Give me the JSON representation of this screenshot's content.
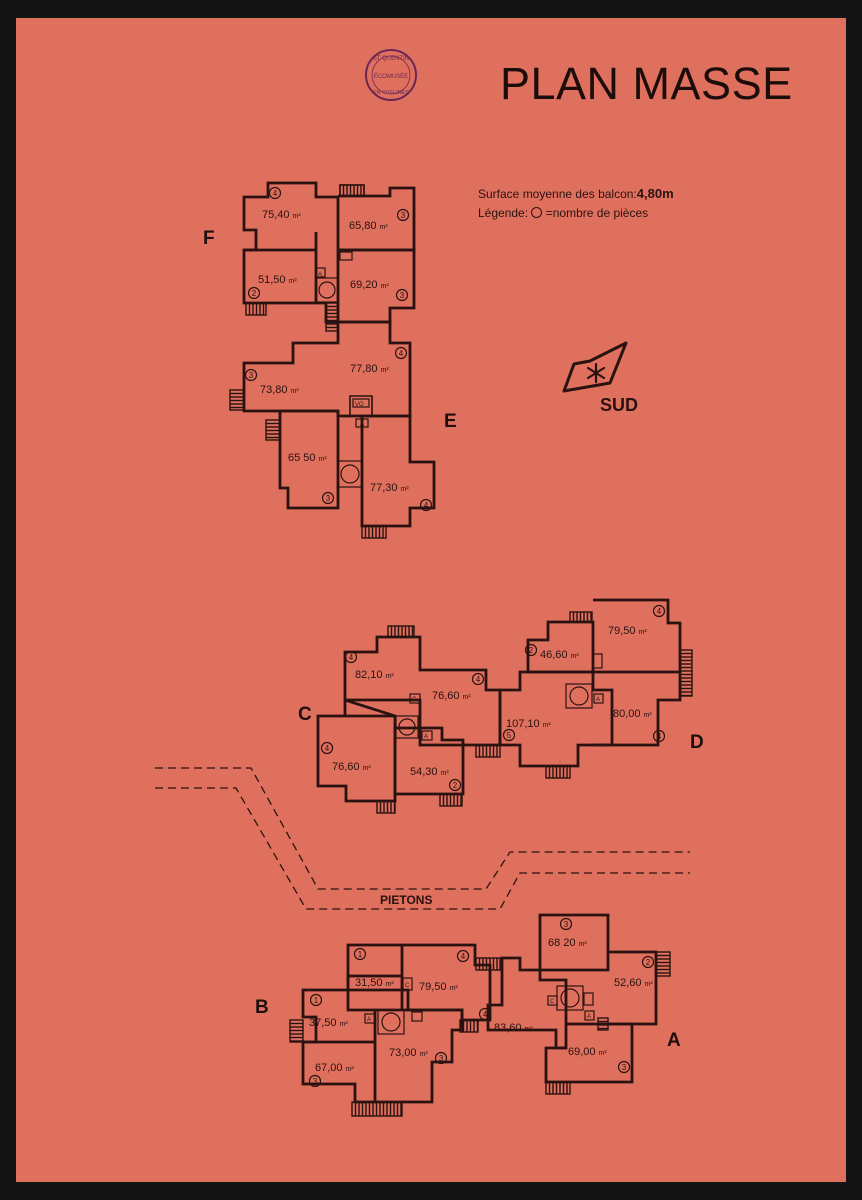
{
  "title": "PLAN MASSE",
  "stamp": {
    "lines": [
      "ST QUENTIN",
      "ÉCOMUSÉE",
      "EN YVELINES"
    ]
  },
  "legend": {
    "surface_label": "Surface moyenne des balcon:",
    "surface_value": "4,80m",
    "legend_label": "Légende:",
    "legend_text": "=nombre de pièces"
  },
  "orientation": {
    "label": "SUD",
    "icon": "sun-compass-icon"
  },
  "path_label": "PIETONS",
  "buildings": {
    "A": "A",
    "B": "B",
    "C": "C",
    "D": "D",
    "E": "E",
    "F": "F"
  },
  "apartments": [
    {
      "area": "75,40",
      "rooms": "4"
    },
    {
      "area": "65,80",
      "rooms": "3"
    },
    {
      "area": "51,50",
      "rooms": "2"
    },
    {
      "area": "69,20",
      "rooms": "3"
    },
    {
      "area": "73,80",
      "rooms": "3"
    },
    {
      "area": "77,80",
      "rooms": "4"
    },
    {
      "area": "65 50",
      "rooms": "3"
    },
    {
      "area": "77,30",
      "rooms": "4"
    },
    {
      "area": "82,10",
      "rooms": "4"
    },
    {
      "area": "76,60",
      "rooms": "4"
    },
    {
      "area": "76,60",
      "rooms": "4"
    },
    {
      "area": "54,30",
      "rooms": "2"
    },
    {
      "area": "107,10",
      "rooms": "5"
    },
    {
      "area": "46,60",
      "rooms": "2"
    },
    {
      "area": "79,50",
      "rooms": "4"
    },
    {
      "area": "80,00",
      "rooms": "4"
    },
    {
      "area": "31,50",
      "rooms": "1"
    },
    {
      "area": "79,50",
      "rooms": "4"
    },
    {
      "area": "37,50",
      "rooms": "1"
    },
    {
      "area": "67,00",
      "rooms": "3"
    },
    {
      "area": "73,00",
      "rooms": "3"
    },
    {
      "area": "83,60",
      "rooms": "4"
    },
    {
      "area": "68 20",
      "rooms": "3"
    },
    {
      "area": "52,60",
      "rooms": "2"
    },
    {
      "area": "69,00",
      "rooms": "3"
    }
  ],
  "unit": "m²",
  "plan_markers": {
    "vo": "VO",
    "a": "A",
    "c": "C"
  },
  "colors": {
    "paper": "#e0705e",
    "ink": "#2a1210",
    "background": "#141414"
  }
}
